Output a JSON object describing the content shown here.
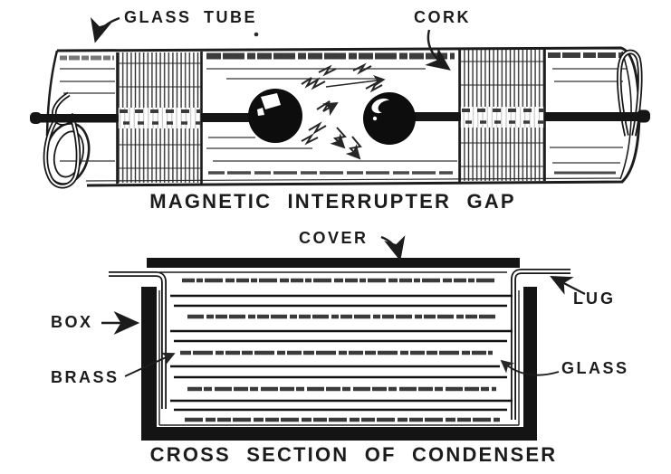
{
  "figures": {
    "interrupter": {
      "caption": "MAGNETIC INTERRUPTER GAP",
      "labels": {
        "glass_tube": "GLASS TUBE",
        "cork": "CORK"
      }
    },
    "condenser": {
      "caption": "CROSS SECTION OF CONDENSER",
      "labels": {
        "cover": "COVER",
        "lug": "LUG",
        "box": "BOX",
        "brass": "BRASS",
        "glass": "GLASS"
      }
    }
  },
  "colors": {
    "ink": "#1c1c1c",
    "paper": "#ffffff",
    "brass_line": "#3a3a3a",
    "shading_line": "#333333"
  }
}
